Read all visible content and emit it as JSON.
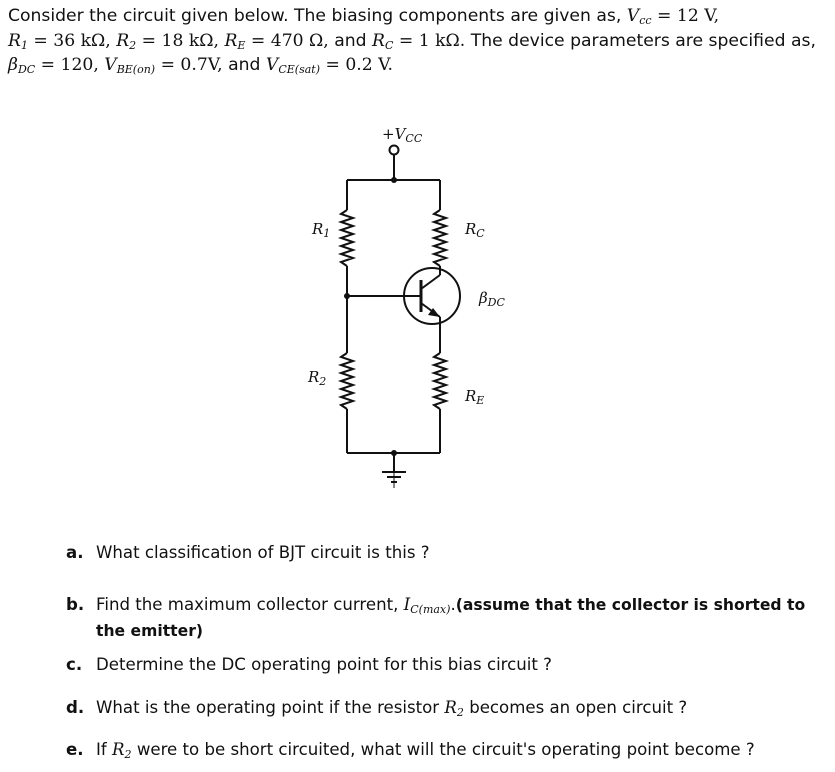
{
  "problem": {
    "line1": "Consider the circuit given below. The biasing components are given as,",
    "vcc_sym": "V",
    "vcc_sub": "cc",
    "vcc_val": "= 12 V,",
    "r1_sym": "R",
    "r1_sub": "1",
    "r1_val": "= 36 kΩ,",
    "r2_sym": "R",
    "r2_sub": "2",
    "r2_val": "= 18 kΩ,",
    "re_sym": "R",
    "re_sub": "E",
    "re_val": "= 470 Ω,",
    "and1": "and",
    "rc_sym": "R",
    "rc_sub": "C",
    "rc_val": "= 1 kΩ.",
    "params_text": "The device parameters are specified as,",
    "beta_sym": "β",
    "beta_sub": "DC",
    "beta_val": "= 120,",
    "vbe_sym": "V",
    "vbe_sub": "BE(on)",
    "vbe_val": "= 0.7V,",
    "and2": "and",
    "vce_sym": "V",
    "vce_sub": "CE(sat)",
    "vce_val": "= 0.2 V."
  },
  "circuit": {
    "vcc_label": "+V",
    "vcc_label_sub": "CC",
    "r1_label": "R",
    "r1_label_sub": "1",
    "r2_label": "R",
    "r2_label_sub": "2",
    "rc_label": "R",
    "rc_label_sub": "C",
    "re_label": "R",
    "re_label_sub": "E",
    "beta_label": "β",
    "beta_label_sub": "DC"
  },
  "questions": {
    "a": {
      "label": "a.",
      "text": "What classification of BJT circuit is this ?"
    },
    "b": {
      "label": "b.",
      "text": "Find the maximum collector current,",
      "sym": "I",
      "sub": "C(max)",
      "dot": ".",
      "bold_text": "(assume that the collector is shorted to",
      "bold_cont": "the emitter)"
    },
    "c": {
      "label": "c.",
      "text": "Determine the DC operating point for this bias circuit ?"
    },
    "d": {
      "label": "d.",
      "pre": "What is the operating point if the resistor",
      "sym": "R",
      "sub": "2",
      "post": "becomes an open circuit ?"
    },
    "e": {
      "label": "e.",
      "pre": "If",
      "sym": "R",
      "sub": "2",
      "post": "were to be short circuited, what will the circuit's operating point become ?"
    }
  },
  "colors": {
    "text": "#111111",
    "background": "#ffffff"
  }
}
